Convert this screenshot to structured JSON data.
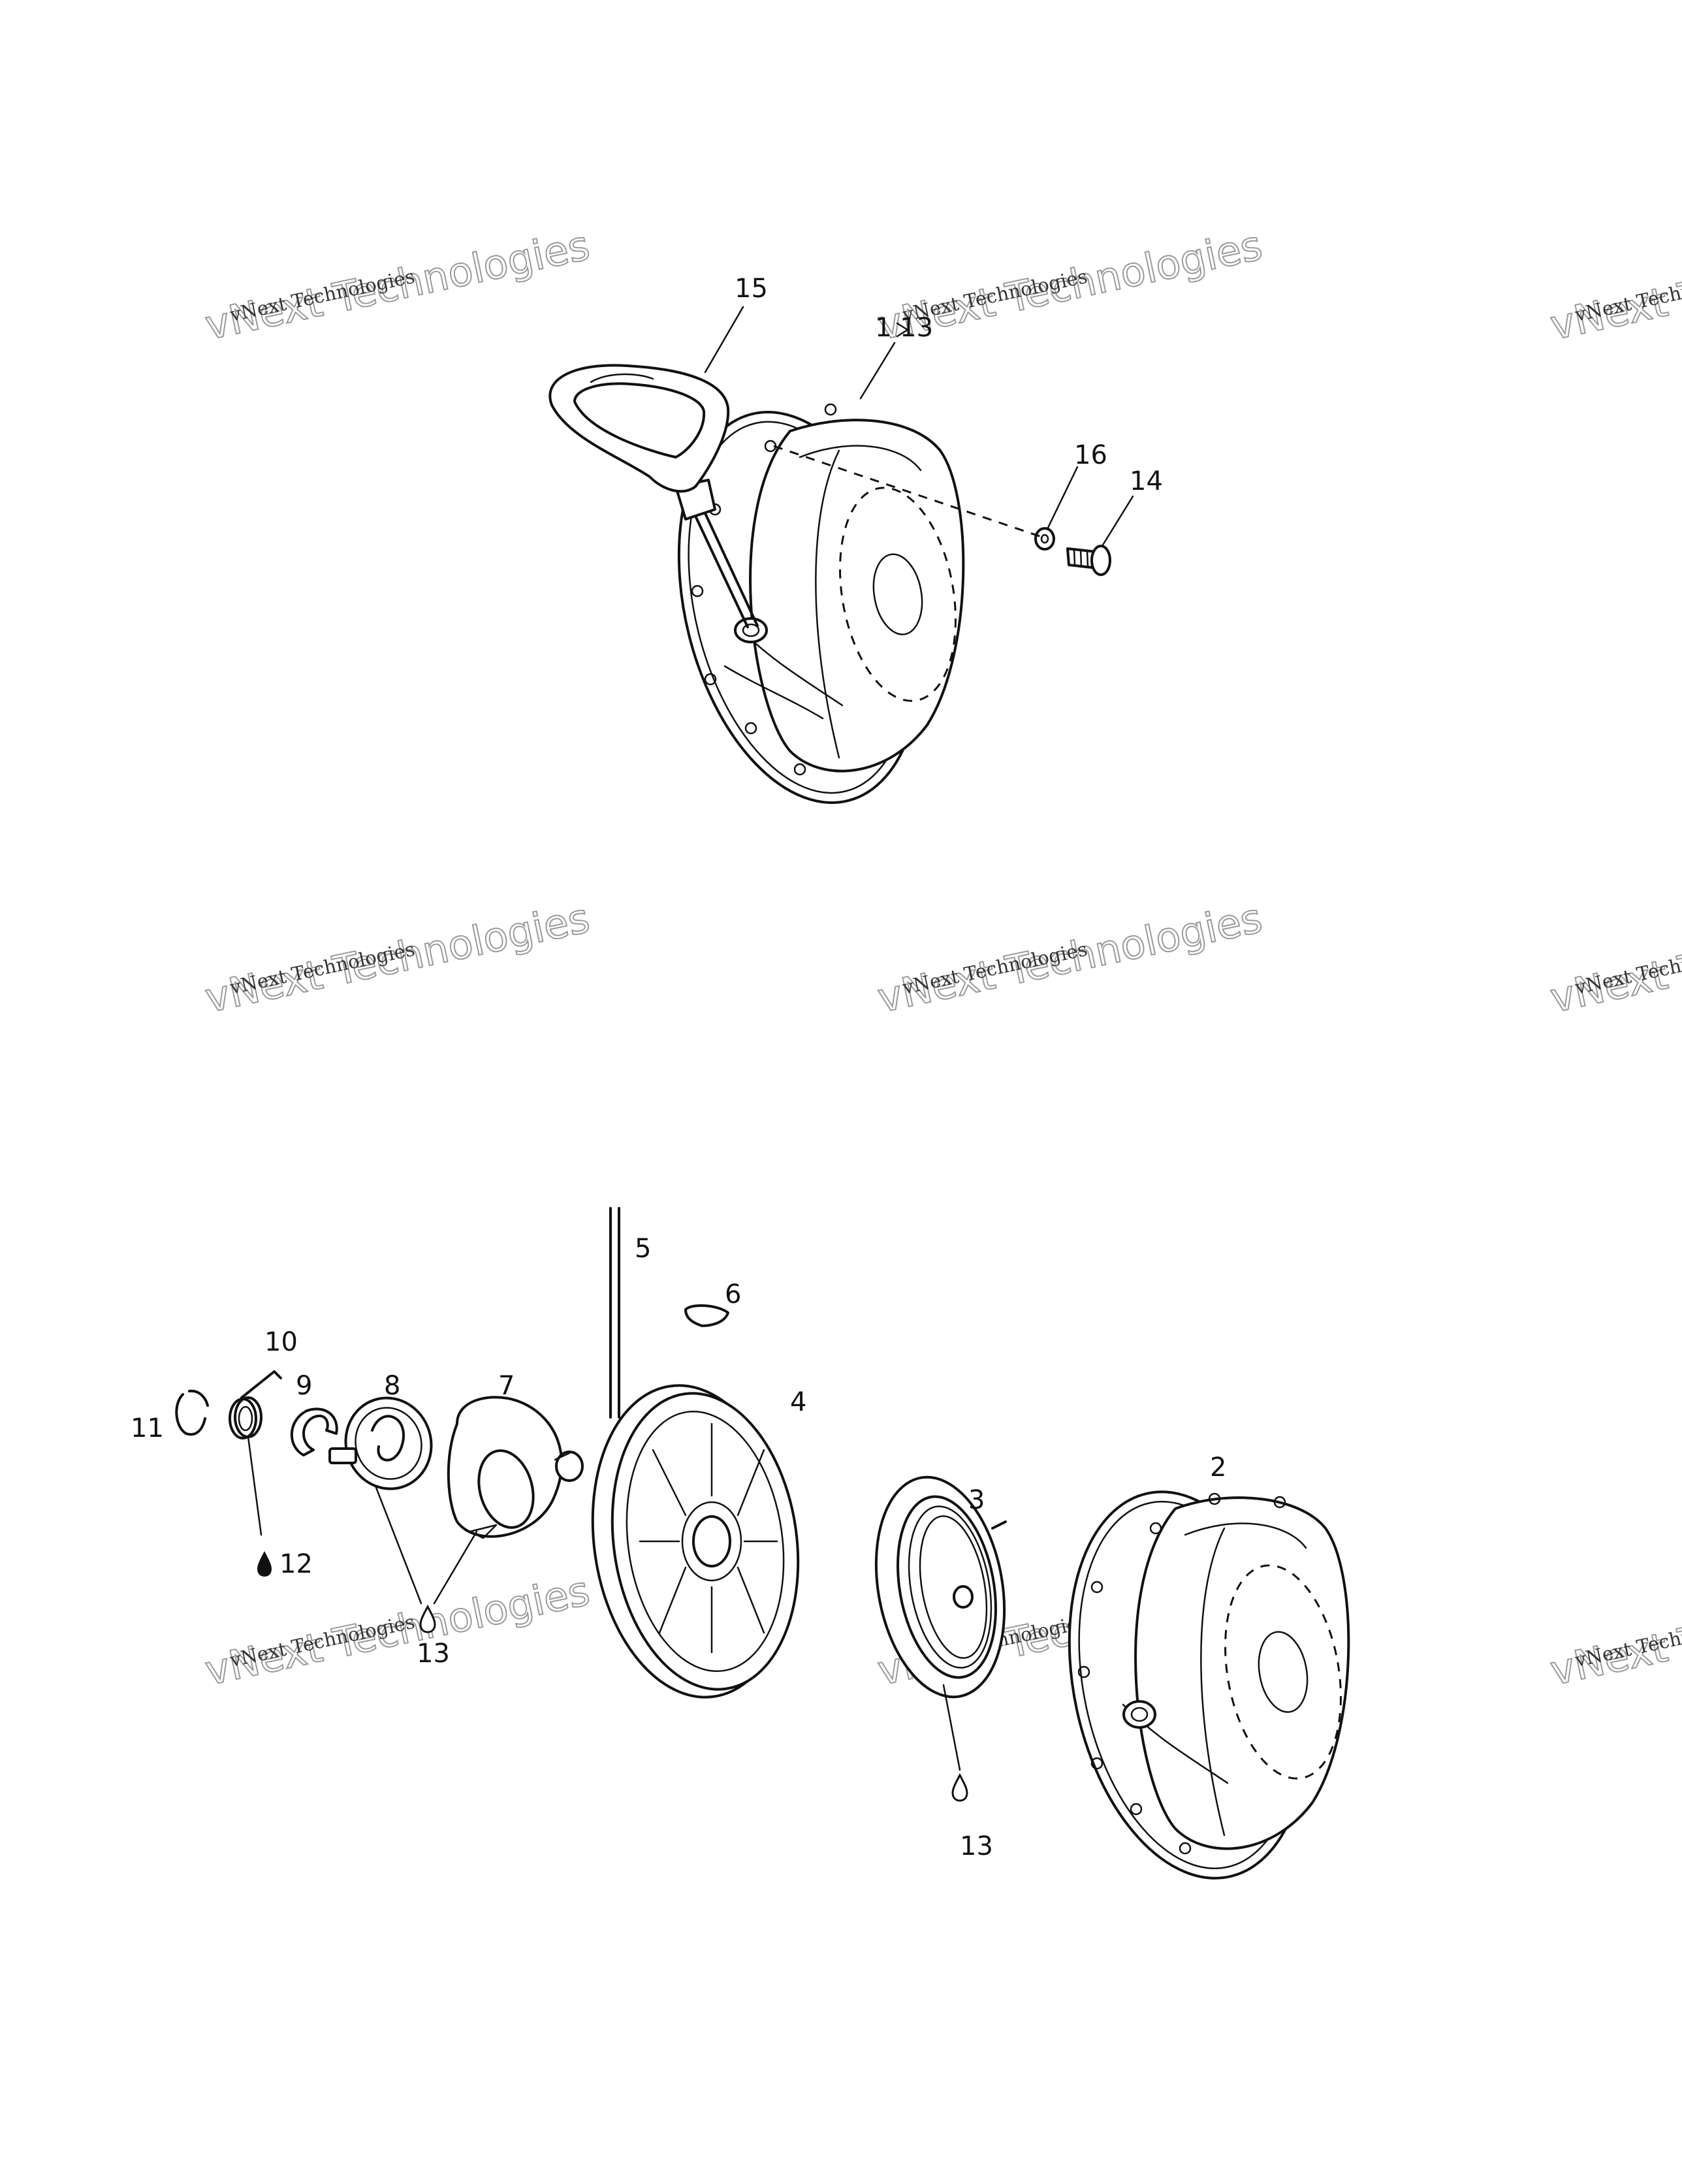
{
  "labels": {
    "l15": "15",
    "l1to13": "1 13",
    "l16": "16",
    "l14": "14",
    "l5": "5",
    "l6": "6",
    "l10": "10",
    "l9": "9",
    "l8": "8",
    "l7": "7",
    "l4": "4",
    "l11": "11",
    "l12": "12",
    "l13a": "13",
    "l3": "3",
    "l2": "2",
    "l13b": "13"
  },
  "watermark": {
    "line1": "vNext Technologies",
    "line2": "vNext Technologies"
  },
  "colors": {
    "ink": "#111111",
    "paper": "#ffffff",
    "watermark_outline": "#9a9a9a"
  },
  "icons": {
    "arrow": "right-arrow-icon",
    "lube_dark": "oil-drop-icon",
    "lube_light": "grease-drop-icon"
  }
}
